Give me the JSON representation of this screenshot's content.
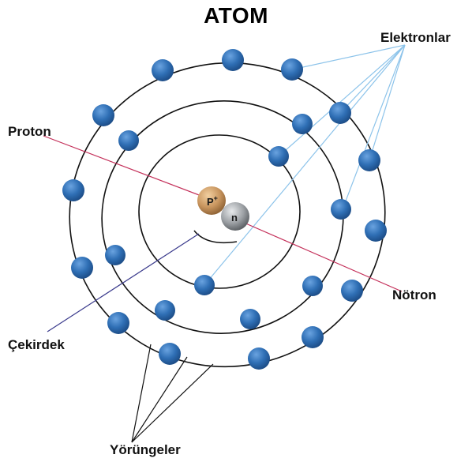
{
  "title": "ATOM",
  "labels": {
    "electrons": "Elektronlar",
    "proton": "Proton",
    "neutron": "Nötron",
    "nucleus": "Çekirdek",
    "orbits": "Yörüngeler"
  },
  "nucleus": {
    "proton_symbol": "P",
    "proton_charge": "+",
    "neutron_symbol": "n"
  },
  "colors": {
    "electron": "#2f6fb5",
    "proton": "#c8955e",
    "neutron": "#7e8286",
    "electron_pointer_line": "#8cc3ea",
    "proton_neutron_line": "#c4305a",
    "nucleus_pointer_line": "#3a3a8c",
    "orbit": "#111111"
  }
}
